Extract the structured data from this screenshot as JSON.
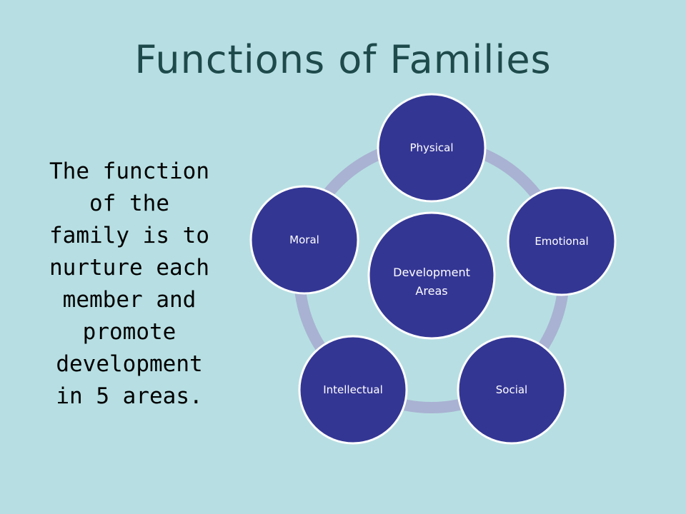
{
  "slide": {
    "title": "Functions of Families",
    "body_text": "The function\nof the\nfamily is to\nnurture each\nmember and\npromote\ndevelopment\nin 5 areas."
  },
  "diagram": {
    "center": {
      "line1": "Development",
      "line2": "Areas"
    },
    "nodes": [
      "Physical",
      "Emotional",
      "Social",
      "Intellectual",
      "Moral"
    ]
  },
  "colors": {
    "background": "#b7dfe3",
    "title": "#1f4a4c",
    "node_fill": "#343694",
    "node_border": "#ffffff",
    "ring": "#a9b2d2"
  }
}
